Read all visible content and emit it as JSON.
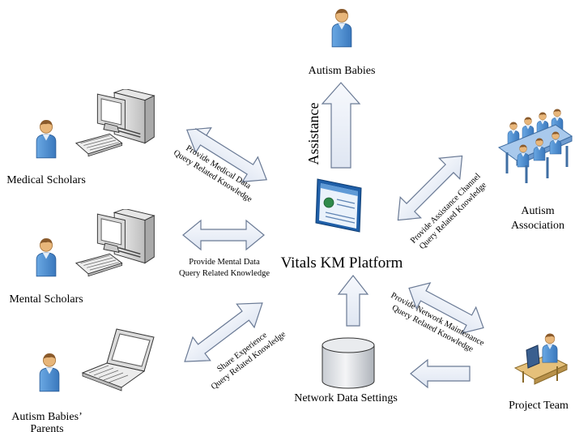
{
  "nodes": {
    "platform": "Vitals KM Platform",
    "autism_babies": "Autism Babies",
    "medical_scholars": "Medical Scholars",
    "mental_scholars": "Mental Scholars",
    "parents_line1": "Autism Babies’",
    "parents_line2": "Parents",
    "association_line1": "Autism",
    "association_line2": "Association",
    "project_team": "Project Team",
    "network_data": "Network Data Settings"
  },
  "edges": {
    "assistance": "Assistance",
    "medical_line1": "Provide Medical Data",
    "medical_line2": "Query Related Knowledge",
    "mental_line1": "Provide Mental Data",
    "mental_line2": "Query Related Knowledge",
    "share_line1": "Share Experience",
    "share_line2": "Query Related Knowledge",
    "assist_channel_line1": "Provide Assistance Channel",
    "assist_channel_line2": "Query Related Knowledge",
    "network_maint_line1": "Provide Network Maintenance",
    "network_maint_line2": "Query Related Knowledge"
  },
  "colors": {
    "arrow_fill": "#eef2f9",
    "arrow_stroke": "#6a7a95",
    "person_blue": "#4d8fd0",
    "skin": "#e8b67a"
  }
}
